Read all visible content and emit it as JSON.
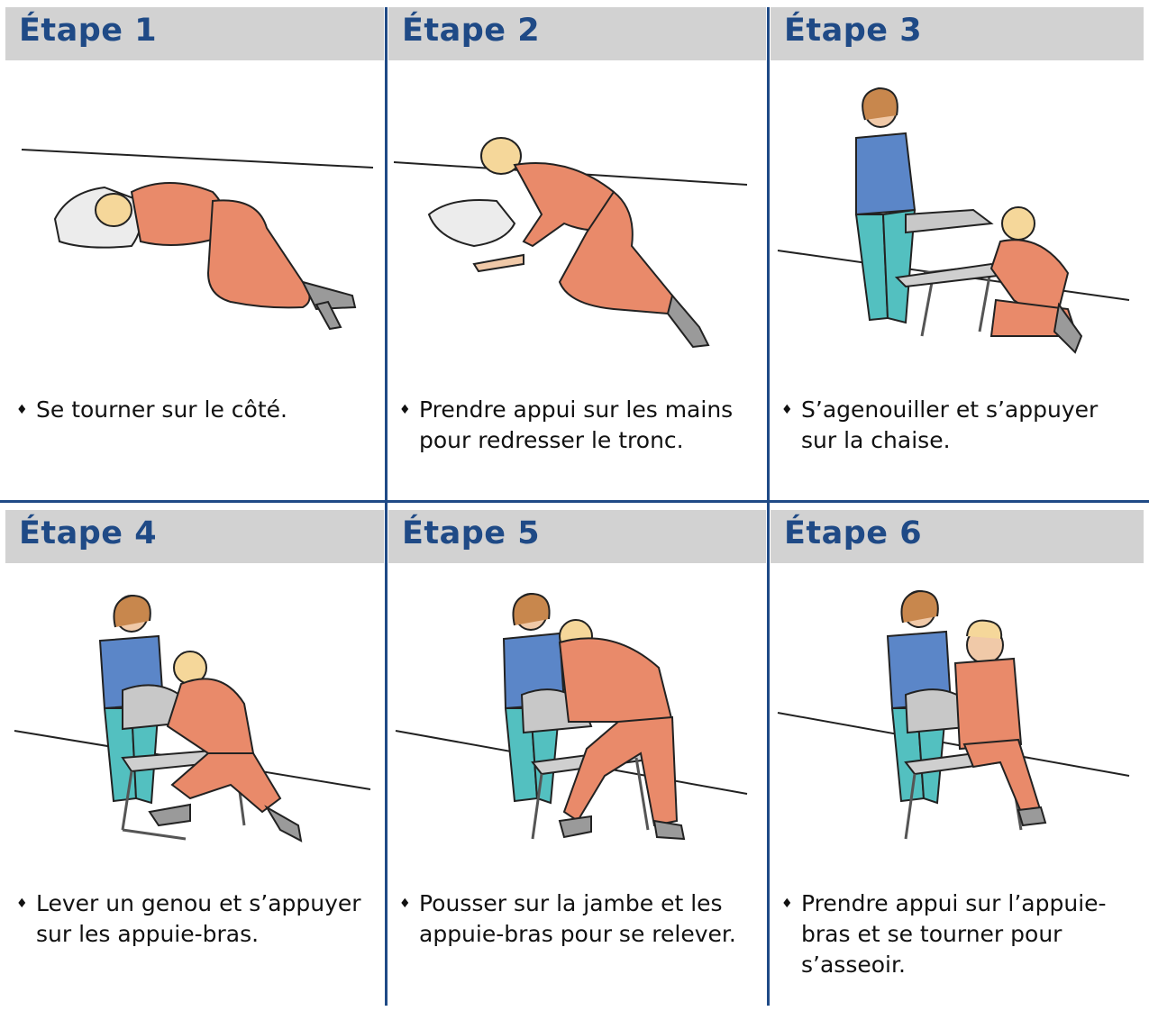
{
  "colors": {
    "title": "#1f4a86",
    "header_bg": "#d2d2d2",
    "divider": "#1f4a86",
    "scrubs_salmon": "#e98a6a",
    "scrubs_blue": "#5b86c8",
    "scrubs_teal": "#53c0c0"
  },
  "bullet": "♦",
  "steps": [
    {
      "title": "Étape 1",
      "caption": "Se tourner sur le côté.",
      "icon": "person-lying-on-side-illustration"
    },
    {
      "title": "Étape 2",
      "caption": "Prendre appui sur les mains pour redresser le tronc.",
      "icon": "person-on-hands-and-knees-illustration"
    },
    {
      "title": "Étape 3",
      "caption": "S’agenouiller et s’appuyer sur la chaise.",
      "icon": "person-kneeling-at-chair-illustration"
    },
    {
      "title": "Étape 4",
      "caption": "Lever un genou et s’appuyer sur les appuie-bras.",
      "icon": "person-one-knee-up-illustration"
    },
    {
      "title": "Étape 5",
      "caption": "Pousser sur la jambe et les appuie-bras pour se relever.",
      "icon": "person-standing-up-illustration"
    },
    {
      "title": "Étape 6",
      "caption": "Prendre appui sur l’appuie-bras et se tourner pour s’asseoir.",
      "icon": "person-sitting-on-chair-illustration"
    }
  ]
}
